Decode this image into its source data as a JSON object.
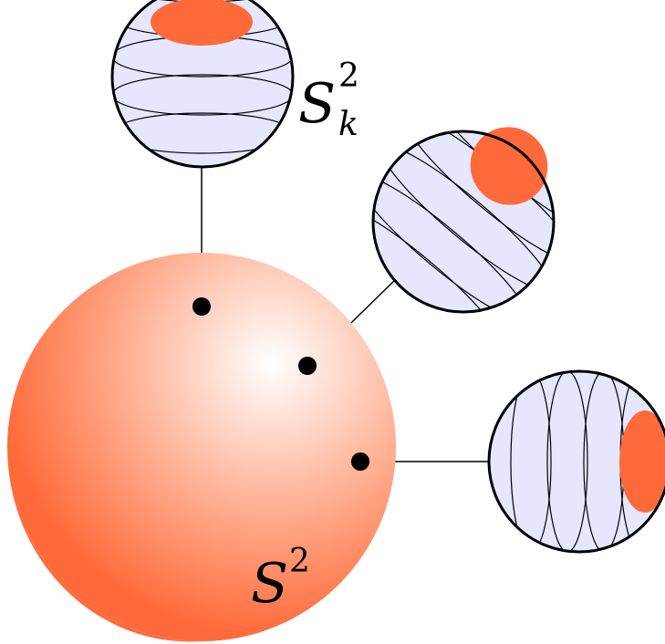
{
  "colors": {
    "sphere_orange": "#ff6a3a",
    "sphere_highlight": "#ffffff",
    "fiber_fill": "#e6e6ff",
    "cap_fill": "#ff6a3a",
    "stroke": "#000000"
  },
  "labels": {
    "base_sphere": {
      "base": "S",
      "sup": "2"
    },
    "fiber_sphere": {
      "base": "S",
      "sup": "2",
      "sub": "k"
    }
  }
}
